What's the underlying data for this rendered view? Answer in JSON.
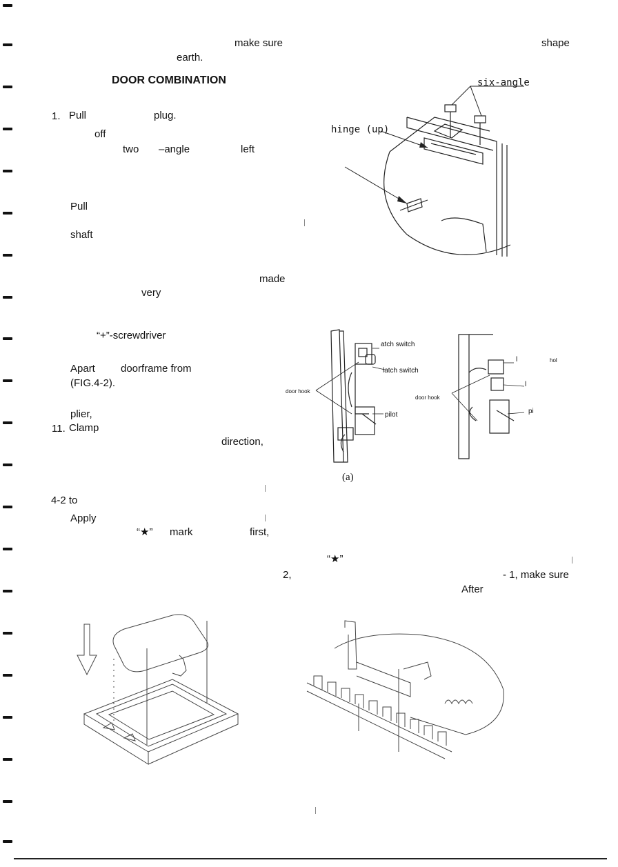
{
  "heading": "DOOR COMBINATION",
  "text": {
    "make_sure_top": "make sure",
    "shape": "shape",
    "earth": "earth.",
    "step1_num": "1.",
    "step1_pull": "Pull",
    "step1_plug": "plug.",
    "off": "off",
    "two": "two",
    "angle": "–angle",
    "left": "left",
    "pull2": "Pull",
    "shaft": "shaft",
    "made": "made",
    "very": "very",
    "screwdriver": "“+”-screwdriver",
    "apart": "Apart",
    "doorframe_from": "doorframe  from",
    "fig42": "(FIG.4-2).",
    "plier": "plier,",
    "step11_num": "11.",
    "clamp": "Clamp",
    "direction": "direction,",
    "ref42": "4-2 to",
    "apply": "Apply",
    "star_mark": "“★”",
    "mark": "mark",
    "first": "first,",
    "star2": "“★”",
    "two_comma": "2,",
    "make_sure2": "- 1, make sure",
    "after": "After"
  },
  "figures": {
    "hinge": {
      "label_six_angle": "six-angle",
      "label_hinge_up": "hinge (up)"
    },
    "switch": {
      "label_latch_switch_1": "atch switch",
      "label_latch_switch_2": "latch switch",
      "label_door_hook_a": "door hook",
      "label_pilot_a": "pilot",
      "label_sub_a": "(a)",
      "label_hol": "hol",
      "label_l1": "l",
      "label_l2": "l",
      "label_door_hook_b": "door hook",
      "label_pi": "pi"
    }
  }
}
